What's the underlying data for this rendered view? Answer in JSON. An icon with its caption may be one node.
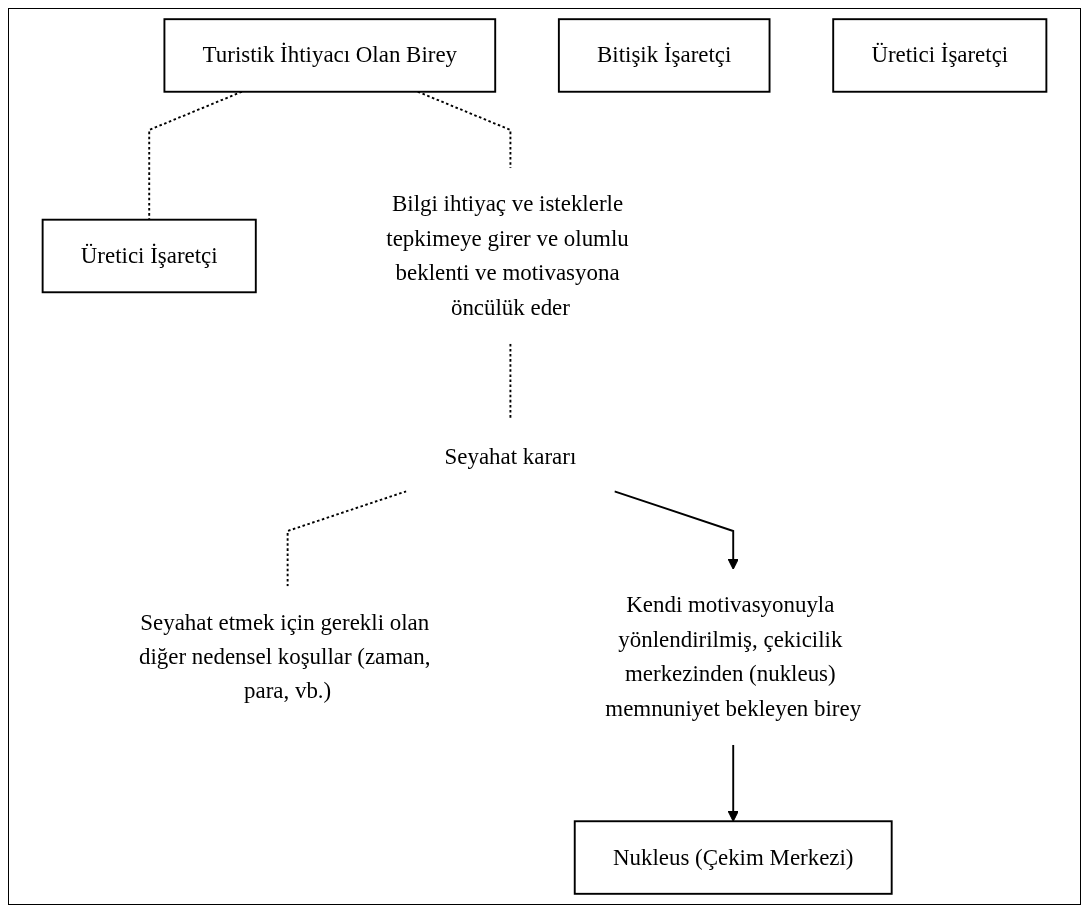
{
  "diagram": {
    "nodes": [
      {
        "text": [
          "Turistik İhtiyacı Olan Birey"
        ]
      },
      {
        "text": [
          "Üretici İşaretçi"
        ]
      },
      {
        "text": [
          "Nukleus (Çekim Merkezi)"
        ]
      },
      {
        "text": [
          "Bitişik İşaretçi"
        ]
      },
      {
        "text": [
          "Bilgi ihtiyaç ve isteklerle tepkimeye girer ve olumlu beklenti ve motivasyona öncülük eder"
        ]
      },
      {
        "text": [
          "Seyahat kararı"
        ]
      },
      {
        "text": [
          "Seyahat etmek için gerekli olan diğer nedensel koşullar (zaman, para, vb.)"
        ]
      },
      {
        "text": [
          "Üretici İşaretçi"
        ]
      },
      {
        "text": [
          "Kendi motivasyonuyla yönlendirilmiş, çekicilik merkezinden (nukleus) memnuniyet bekleyen birey"
        ]
      }
    ],
    "edges": [
      {
        "from": 0,
        "to": 1,
        "arrow": "none",
        "style": "dashed"
      },
      {
        "from": 0,
        "to": 4,
        "arrow": "none",
        "style": "dashed"
      },
      {
        "from": 4,
        "to": 5,
        "arrow": "none",
        "style": "dashed"
      },
      {
        "from": 5,
        "to": 6,
        "arrow": "none",
        "style": "dashed"
      },
      {
        "from": 5,
        "to": 8,
        "arrow": "to"
      },
      {
        "from": 8,
        "to": 2,
        "arrow": "to"
      }
    ]
  }
}
